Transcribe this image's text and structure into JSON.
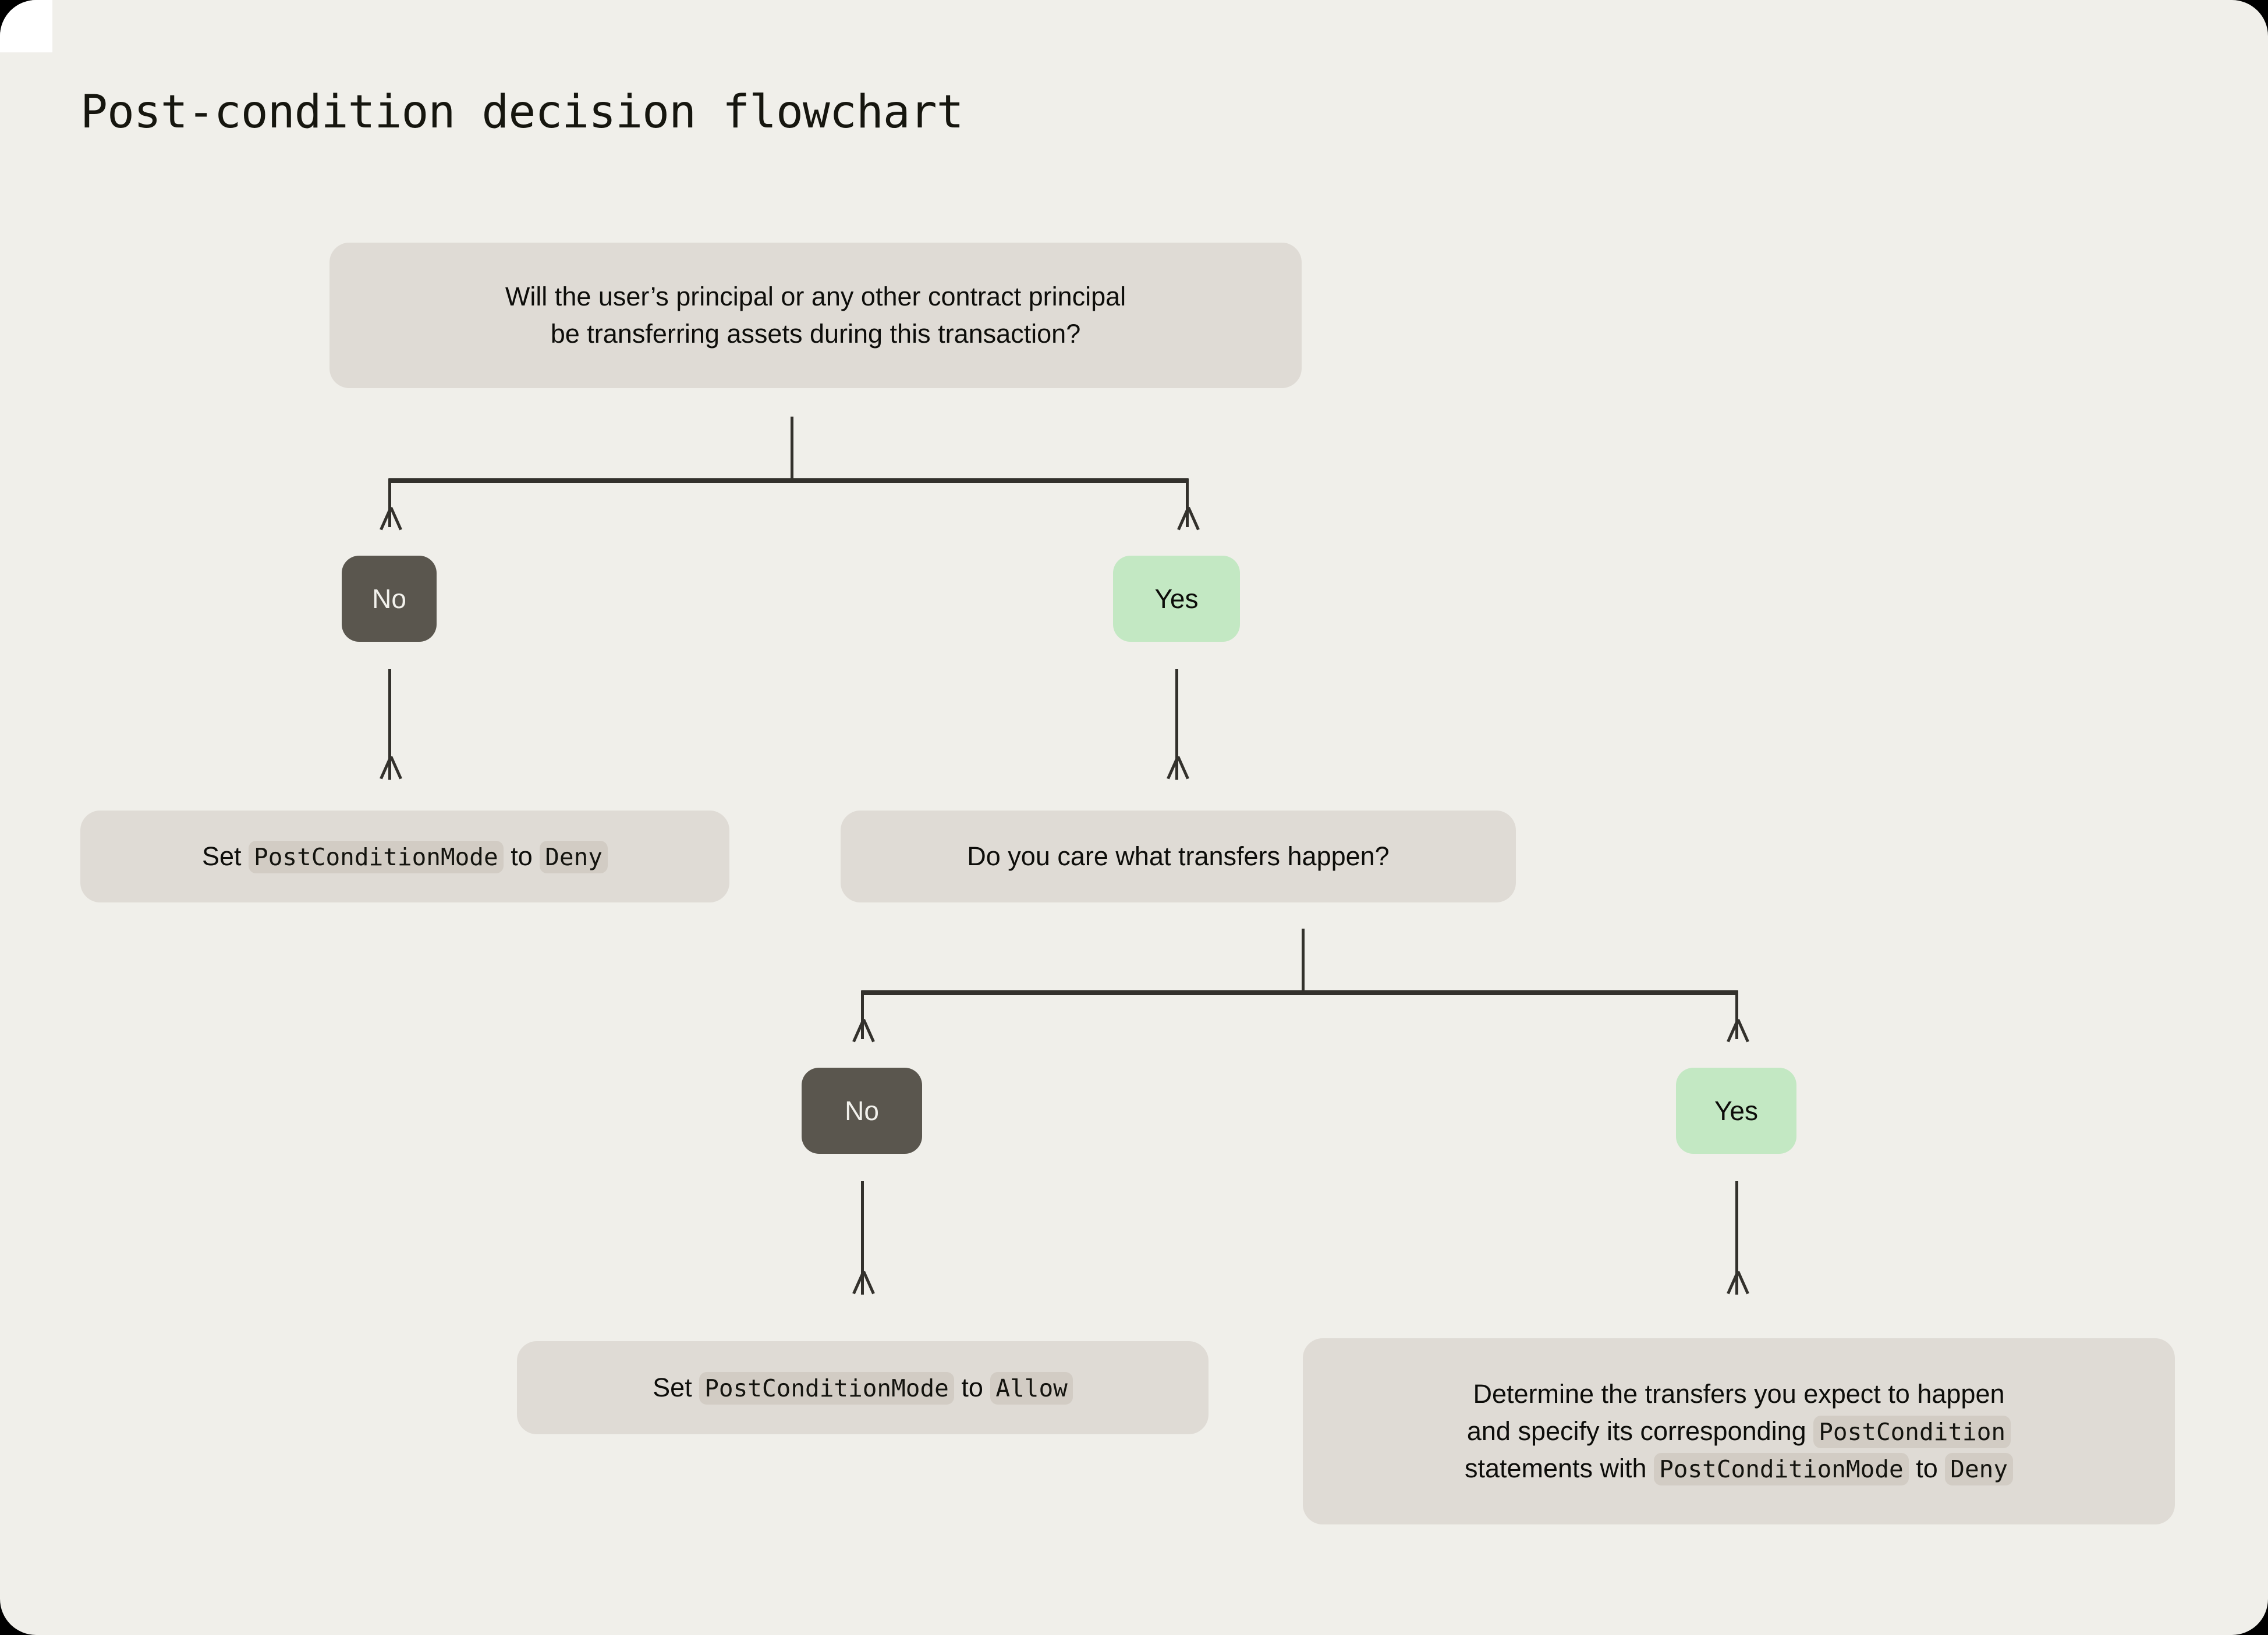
{
  "page": {
    "title": "Post-condition decision flowchart",
    "background": "#f0efea",
    "node_background": "#dfdbd5",
    "code_chip_background": "#d2ccc4",
    "connector_color": "#33312c",
    "yes_color": "#c3e8c3",
    "no_color": "#5a564e"
  },
  "chart_data": {
    "type": "diagram",
    "title": "Post-condition decision flowchart",
    "nodes": [
      {
        "id": "q1",
        "kind": "question",
        "line1": "Will the user’s principal or any other contract principal",
        "line2": "be transferring assets during this transaction?"
      },
      {
        "id": "q1-no",
        "kind": "decision",
        "label": "No"
      },
      {
        "id": "q1-yes",
        "kind": "decision",
        "label": "Yes"
      },
      {
        "id": "a1",
        "kind": "action",
        "parts": [
          {
            "t": "text",
            "v": "Set "
          },
          {
            "t": "code",
            "v": "PostConditionMode"
          },
          {
            "t": "text",
            "v": " to "
          },
          {
            "t": "code",
            "v": "Deny"
          }
        ]
      },
      {
        "id": "q2",
        "kind": "question",
        "line1": "Do you care what transfers happen?"
      },
      {
        "id": "q2-no",
        "kind": "decision",
        "label": "No"
      },
      {
        "id": "q2-yes",
        "kind": "decision",
        "label": "Yes"
      },
      {
        "id": "a2",
        "kind": "action",
        "parts": [
          {
            "t": "text",
            "v": "Set "
          },
          {
            "t": "code",
            "v": "PostConditionMode"
          },
          {
            "t": "text",
            "v": " to "
          },
          {
            "t": "code",
            "v": "Allow"
          }
        ]
      },
      {
        "id": "a3",
        "kind": "action",
        "line1": "Determine the transfers you expect to happen",
        "line2_pre": "and specify its corresponding ",
        "line2_code": "PostCondition",
        "line3_pre": "statements with ",
        "line3_code1": "PostConditionMode",
        "line3_mid": " to ",
        "line3_code2": "Deny"
      }
    ],
    "edges": [
      {
        "from": "q1",
        "to": "q1-no",
        "label": "No"
      },
      {
        "from": "q1",
        "to": "q1-yes",
        "label": "Yes"
      },
      {
        "from": "q1-no",
        "to": "a1"
      },
      {
        "from": "q1-yes",
        "to": "q2"
      },
      {
        "from": "q2",
        "to": "q2-no",
        "label": "No"
      },
      {
        "from": "q2",
        "to": "q2-yes",
        "label": "Yes"
      },
      {
        "from": "q2-no",
        "to": "a2"
      },
      {
        "from": "q2-yes",
        "to": "a3"
      }
    ]
  },
  "q1": {
    "line1": "Will the user’s principal or any other contract principal",
    "line2": "be transferring assets during this transaction?"
  },
  "q1_no": {
    "label": "No"
  },
  "q1_yes": {
    "label": "Yes"
  },
  "a1": {
    "pre": "Set ",
    "code1": "PostConditionMode",
    "mid": " to ",
    "code2": "Deny"
  },
  "q2": {
    "line1": "Do you care what transfers happen?"
  },
  "q2_no": {
    "label": "No"
  },
  "q2_yes": {
    "label": "Yes"
  },
  "a2": {
    "pre": "Set ",
    "code1": "PostConditionMode",
    "mid": " to ",
    "code2": "Allow"
  },
  "a3": {
    "line1": "Determine the transfers you expect to happen",
    "line2_pre": "and specify its corresponding ",
    "line2_code": "PostCondition",
    "line3_pre": "statements with ",
    "line3_code1": "PostConditionMode",
    "line3_mid": " to ",
    "line3_code2": "Deny"
  }
}
